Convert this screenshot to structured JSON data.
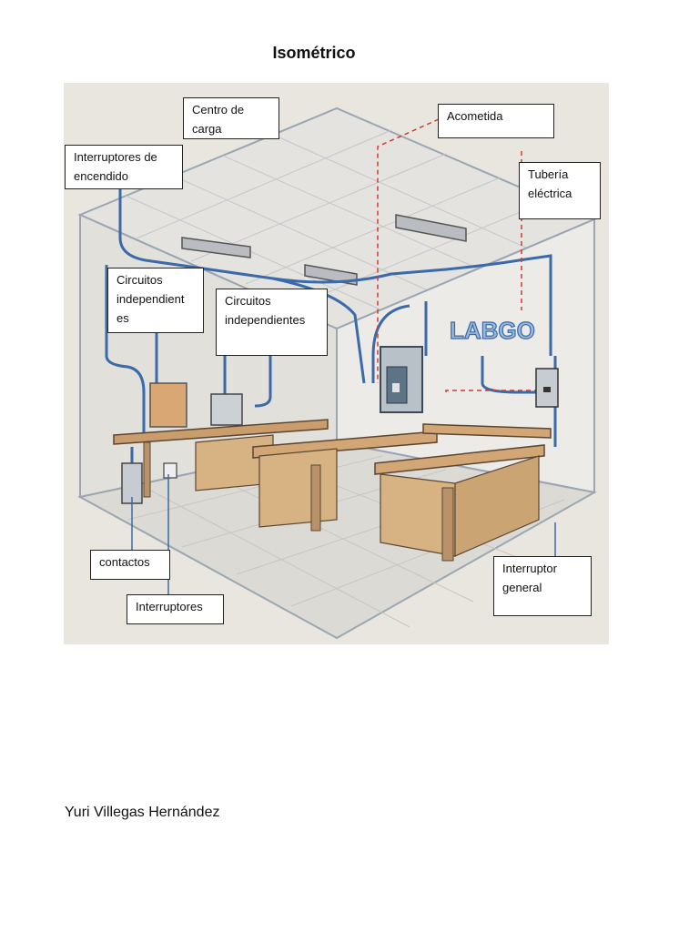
{
  "document": {
    "title": "Isométrico",
    "author": "Yuri Villegas Hernández"
  },
  "figure": {
    "sign_text": "LABGO",
    "labels": {
      "centro_carga": "Centro de carga",
      "acometida": "Acometida",
      "interruptores_encendido": "Interruptores de encendido",
      "tuberia": "Tubería eléctrica",
      "circuitos_1": "Circuitos independient es",
      "circuitos_2": "Circuitos independientes",
      "contactos": "contactos",
      "interruptores": "Interruptores",
      "interruptor_general": "Interruptor general"
    }
  },
  "colors": {
    "conduit": "#3b6aa8",
    "dashed_line": "#d23a2a",
    "wood": "#d7b283",
    "floor": "#dcdad4"
  }
}
